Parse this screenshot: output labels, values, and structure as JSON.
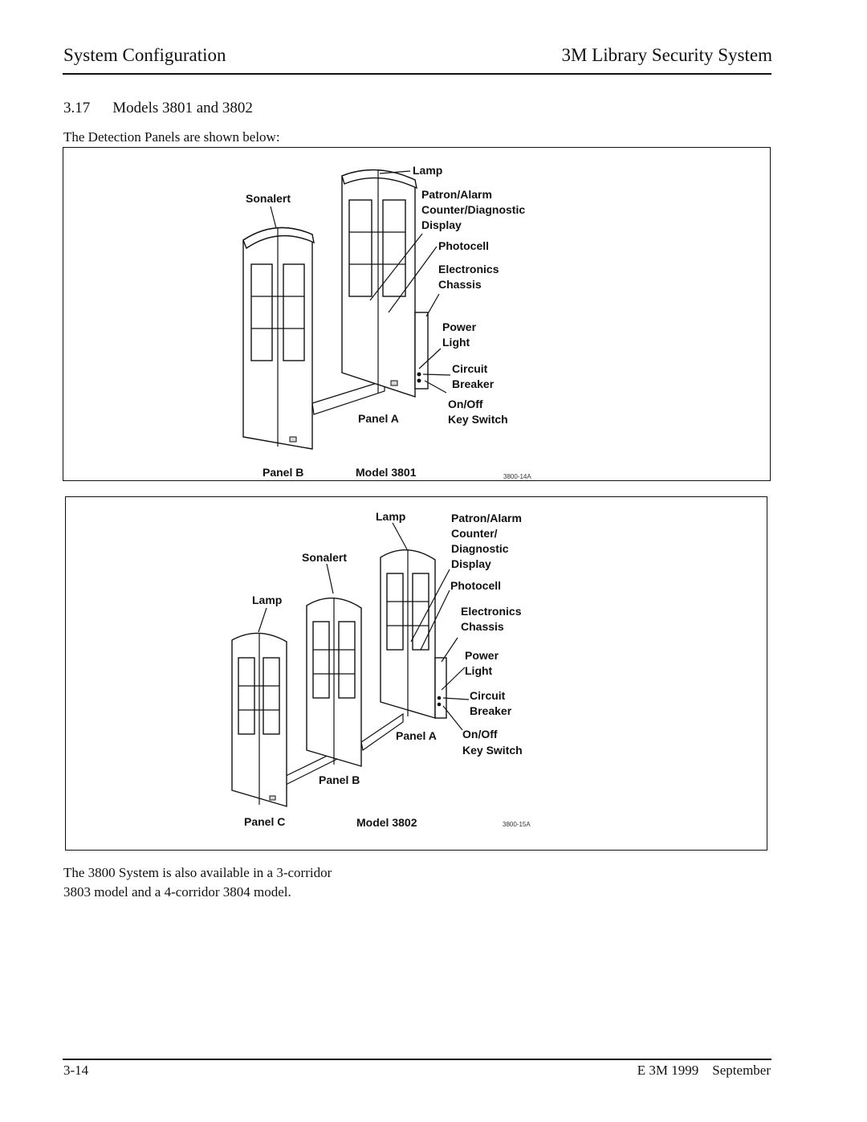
{
  "header": {
    "left_title": "System Configuration",
    "right_title": "3M Library Security System"
  },
  "section": {
    "number": "3.17",
    "title": "Models 3801 and 3802"
  },
  "intro_text": "The Detection Panels are shown below:",
  "figure1": {
    "labels": {
      "lamp": "Lamp",
      "sonalert": "Sonalert",
      "patron_alarm_1": "Patron/Alarm",
      "patron_alarm_2": "Counter/Diagnostic",
      "patron_alarm_3": "Display",
      "photocell": "Photocell",
      "electronics_1": "Electronics",
      "electronics_2": "Chassis",
      "power_1": "Power",
      "power_2": "Light",
      "circuit_1": "Circuit",
      "circuit_2": "Breaker",
      "onoff_1": "On/Off",
      "onoff_2": "Key Switch",
      "panel_a": "Panel A",
      "panel_b": "Panel B",
      "model": "Model 3801",
      "code": "3800-14A"
    }
  },
  "figure2": {
    "labels": {
      "lamp_a": "Lamp",
      "patron_alarm_1": "Patron/Alarm",
      "patron_alarm_2": "Counter/",
      "patron_alarm_3": "Diagnostic",
      "patron_alarm_4": "Display",
      "sonalert": "Sonalert",
      "photocell": "Photocell",
      "lamp_c": "Lamp",
      "electronics_1": "Electronics",
      "electronics_2": "Chassis",
      "power_1": "Power",
      "power_2": "Light",
      "circuit_1": "Circuit",
      "circuit_2": "Breaker",
      "panel_a": "Panel A",
      "onoff_1": "On/Off",
      "onoff_2": "Key Switch",
      "panel_b": "Panel B",
      "panel_c": "Panel C",
      "model": "Model 3802",
      "code": "3800-15A"
    }
  },
  "closing_text": {
    "line1": "The 3800 System is also available in a 3-corridor",
    "line2": "3803 model and a 4-corridor 3804 model."
  },
  "footer": {
    "page_number": "3-14",
    "right_text": "E 3M 1999    September"
  }
}
